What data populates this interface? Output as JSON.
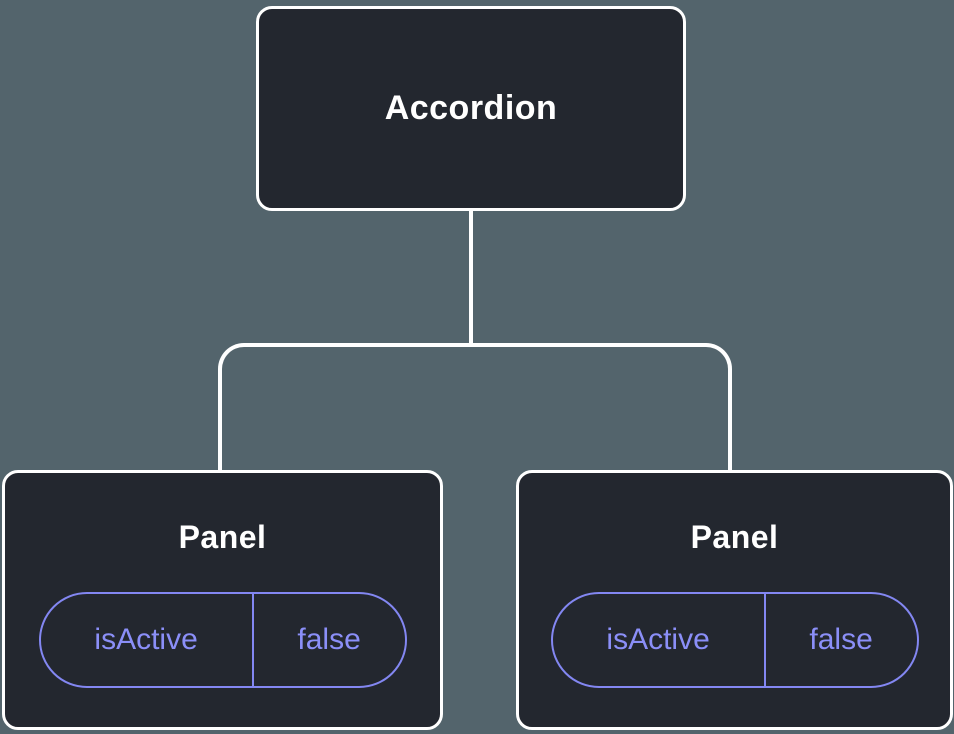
{
  "colors": {
    "background": "#53646c",
    "node_fill": "#23272f",
    "node_border": "#ffffff",
    "connector": "#ffffff",
    "state_accent": "#8a8ef8"
  },
  "tree": {
    "root": {
      "label": "Accordion"
    },
    "children": [
      {
        "label": "Panel",
        "state": {
          "key": "isActive",
          "value": "false"
        }
      },
      {
        "label": "Panel",
        "state": {
          "key": "isActive",
          "value": "false"
        }
      }
    ]
  }
}
